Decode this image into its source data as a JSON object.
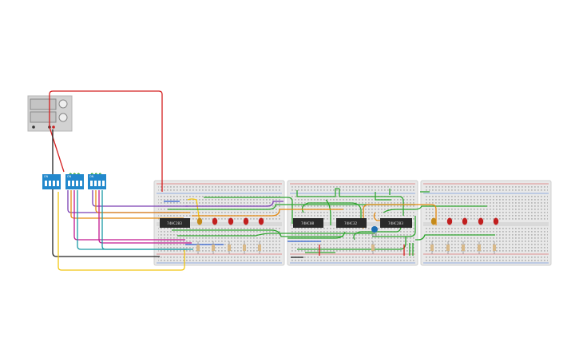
{
  "colors": {
    "background": "#ffffff",
    "breadboard": "#e6e6e6",
    "rail_red": "#d33b3b",
    "rail_blue": "#3b6fd3",
    "wire_red": "#d42020",
    "wire_black": "#222222",
    "wire_green": "#2fa52f",
    "wire_orange": "#e58a12",
    "wire_purple": "#7a3fb2",
    "wire_magenta": "#c2188f",
    "wire_teal": "#1b9aa6",
    "wire_yellow": "#f2c511",
    "wire_blue": "#2e5fd0",
    "chip": "#2a2a2a",
    "dip_switch": "#2288cc",
    "led_red": "#c11f1f",
    "led_amber": "#c48a1a",
    "resistor": "#d8b98a",
    "capacitor": "#1f6fb4",
    "power_supply": "#cfcfcf"
  },
  "power_supply": {
    "icon": "power-supply-icon"
  },
  "dip_switches": [
    {
      "label": "ON",
      "switches": 4
    },
    {
      "label": "ON",
      "switches": 4
    },
    {
      "label": "ON",
      "switches": 4
    }
  ],
  "chips": [
    {
      "label": "74HC283"
    },
    {
      "label": "74HC08"
    },
    {
      "label": "74HC32"
    },
    {
      "label": "74HC283"
    }
  ],
  "leds": {
    "left_group": [
      "amber",
      "red",
      "red",
      "red",
      "red"
    ],
    "right_group": [
      "amber",
      "red",
      "red",
      "red",
      "red"
    ]
  }
}
